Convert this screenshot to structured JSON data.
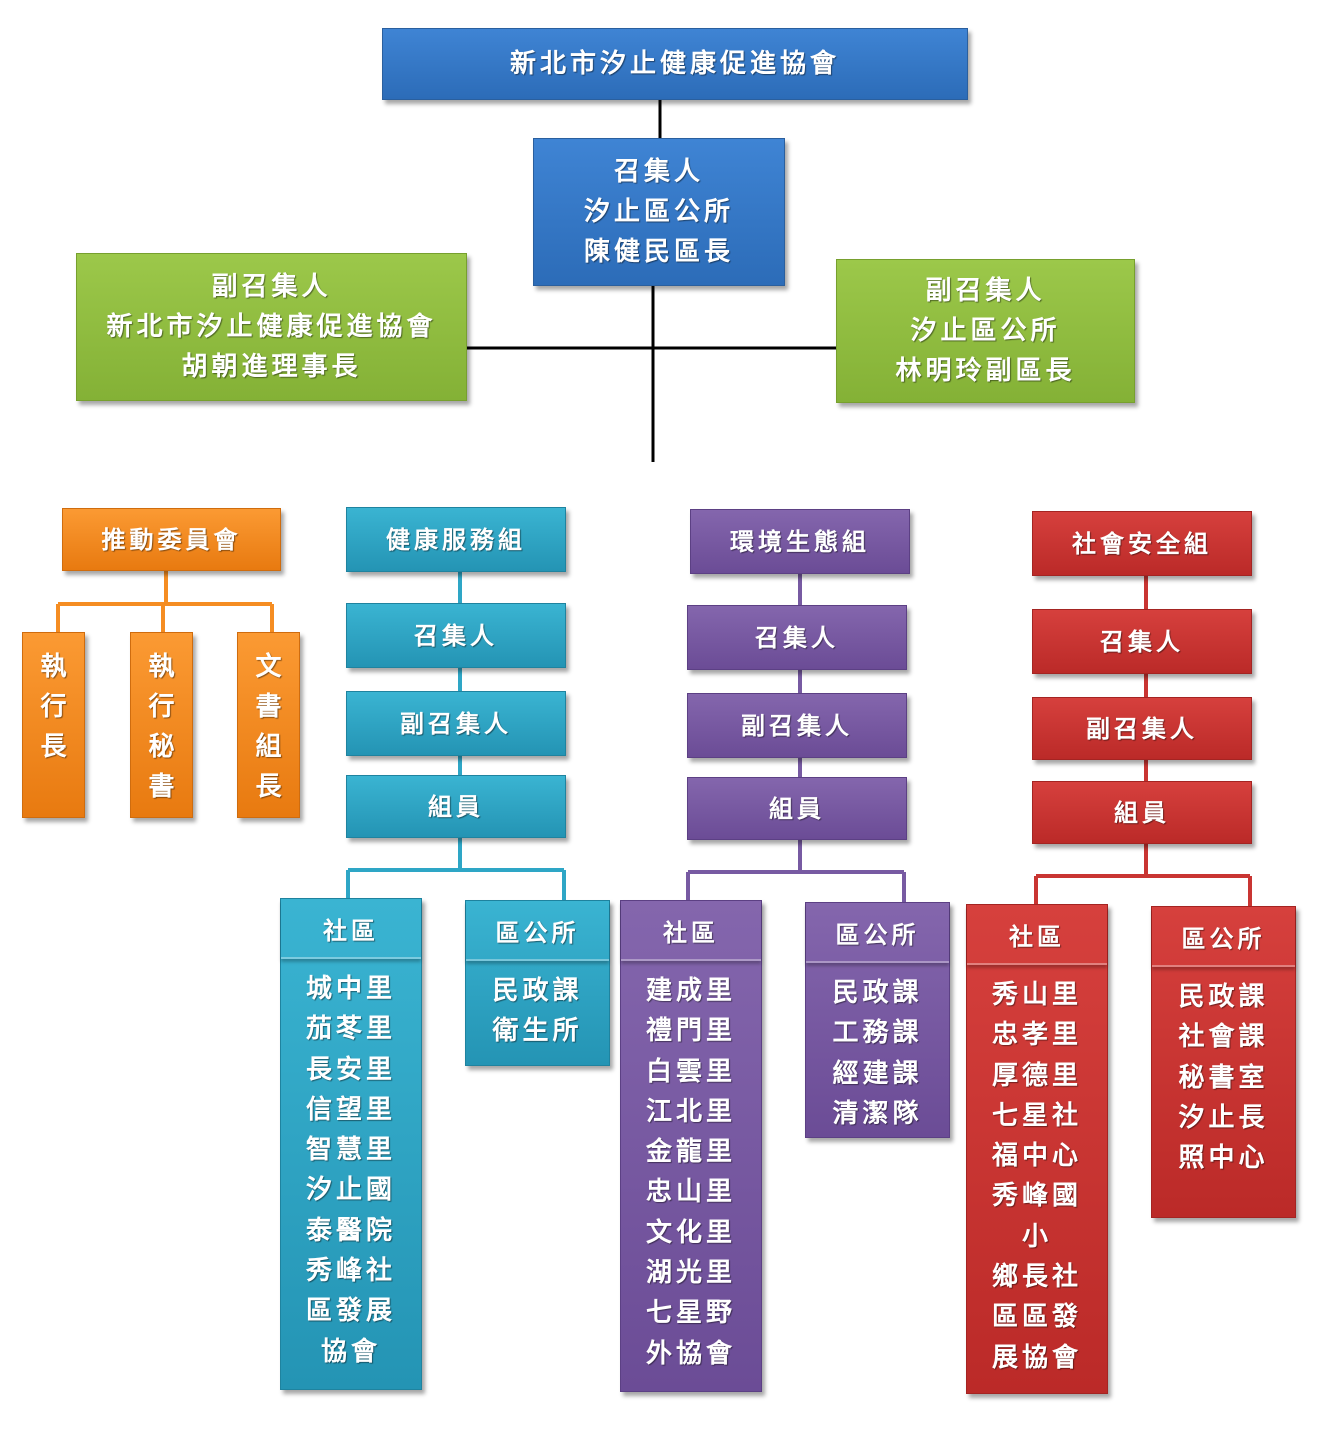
{
  "top": {
    "title": "新北市汐止健康促進協會"
  },
  "convener": {
    "lines": [
      "召集人",
      "汐止區公所",
      "陳健民區長"
    ]
  },
  "deputy_left": {
    "lines": [
      "副召集人",
      "新北市汐止健康促進協會",
      "胡朝進理事長"
    ]
  },
  "deputy_right": {
    "lines": [
      "副召集人",
      "汐止區公所",
      "林明玲副區長"
    ]
  },
  "committee": {
    "title": "推動委員會",
    "members": [
      {
        "chars": [
          "執",
          "行",
          "長"
        ]
      },
      {
        "chars": [
          "執",
          "行",
          "秘",
          "書"
        ]
      },
      {
        "chars": [
          "文",
          "書",
          "組",
          "長"
        ]
      }
    ]
  },
  "health": {
    "title": "健康服務組",
    "convener": "召集人",
    "deputy": "副召集人",
    "member": "組員",
    "community": {
      "header": "社區",
      "items": [
        "城中里",
        "茄苳里",
        "長安里",
        "信望里",
        "智慧里",
        "汐止國",
        "泰醫院",
        "秀峰社",
        "區發展",
        "協會"
      ]
    },
    "office": {
      "header": "區公所",
      "items": [
        "民政課",
        "衛生所"
      ]
    }
  },
  "environment": {
    "title": "環境生態組",
    "convener": "召集人",
    "deputy": "副召集人",
    "member": "組員",
    "community": {
      "header": "社區",
      "items": [
        "建成里",
        "禮門里",
        "白雲里",
        "江北里",
        "金龍里",
        "忠山里",
        "文化里",
        "湖光里",
        "七星野",
        "外協會"
      ]
    },
    "office": {
      "header": "區公所",
      "items": [
        "民政課",
        "工務課",
        "經建課",
        "清潔隊"
      ]
    }
  },
  "safety": {
    "title": "社會安全組",
    "convener": "召集人",
    "deputy": "副召集人",
    "member": "組員",
    "community": {
      "header": "社區",
      "items": [
        "秀山里",
        "忠孝里",
        "厚德里",
        "七星社",
        "福中心",
        "秀峰國",
        "小",
        "鄉長社",
        "區區發",
        "展協會"
      ]
    },
    "office": {
      "header": "區公所",
      "items": [
        "民政課",
        "社會課",
        "秘書室",
        "汐止長",
        "照中心"
      ]
    }
  }
}
